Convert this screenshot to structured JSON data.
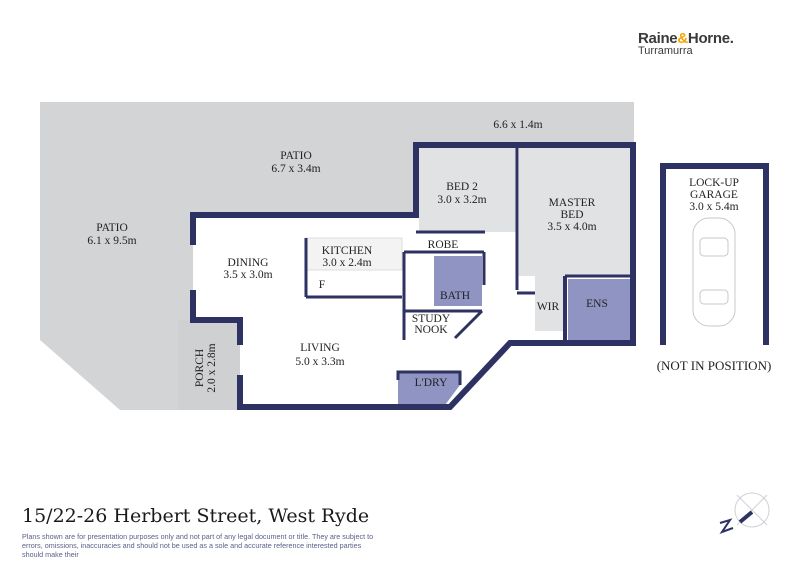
{
  "logo": {
    "brand_part1": "Raine",
    "brand_amp": "&",
    "brand_part2": "Horne",
    "brand_dot": ".",
    "office": "Turramurra"
  },
  "colors": {
    "wall": "#2e3263",
    "patio": "#d3d4d5",
    "bedroom": "#e1e2e3",
    "wet_area": "#8f94c2",
    "logo_accent": "#f4a300"
  },
  "rooms": {
    "patio_top": {
      "name": "PATIO",
      "size": "6.7 x 3.4m"
    },
    "patio_left": {
      "name": "PATIO",
      "size": "6.1 x 9.5m"
    },
    "patio_strip": {
      "size": "6.6 x 1.4m"
    },
    "bed2": {
      "name": "BED 2",
      "size": "3.0 x 3.2m"
    },
    "robe": {
      "name": "ROBE"
    },
    "master": {
      "name1": "MASTER",
      "name2": "BED",
      "size": "3.5 x 4.0m"
    },
    "dining": {
      "name": "DINING",
      "size": "3.5 x 3.0m"
    },
    "kitchen": {
      "name": "KITCHEN",
      "size": "3.0 x 2.4m",
      "fridge": "F"
    },
    "bath": {
      "name": "BATH"
    },
    "study": {
      "name1": "STUDY",
      "name2": "NOOK"
    },
    "wir": {
      "name": "WIR"
    },
    "ens": {
      "name": "ENS"
    },
    "living": {
      "name": "LIVING",
      "size": "5.0 x 3.3m"
    },
    "laundry": {
      "name": "L'DRY"
    },
    "porch": {
      "name": "PORCH",
      "size": "2.0 x 2.8m"
    },
    "garage": {
      "name1": "LOCK-UP",
      "name2": "GARAGE",
      "size": "3.0 x 5.4m",
      "note": "(NOT IN POSITION)"
    }
  },
  "footer": {
    "address": "15/22-26 Herbert Street, West Ryde",
    "disclaimer": "Plans shown are for presentation purposes only and not part of any legal document or title. They are subject to errors, omissions, inaccuracies and should not be used as a sole and accurate reference interested parties should make their"
  }
}
